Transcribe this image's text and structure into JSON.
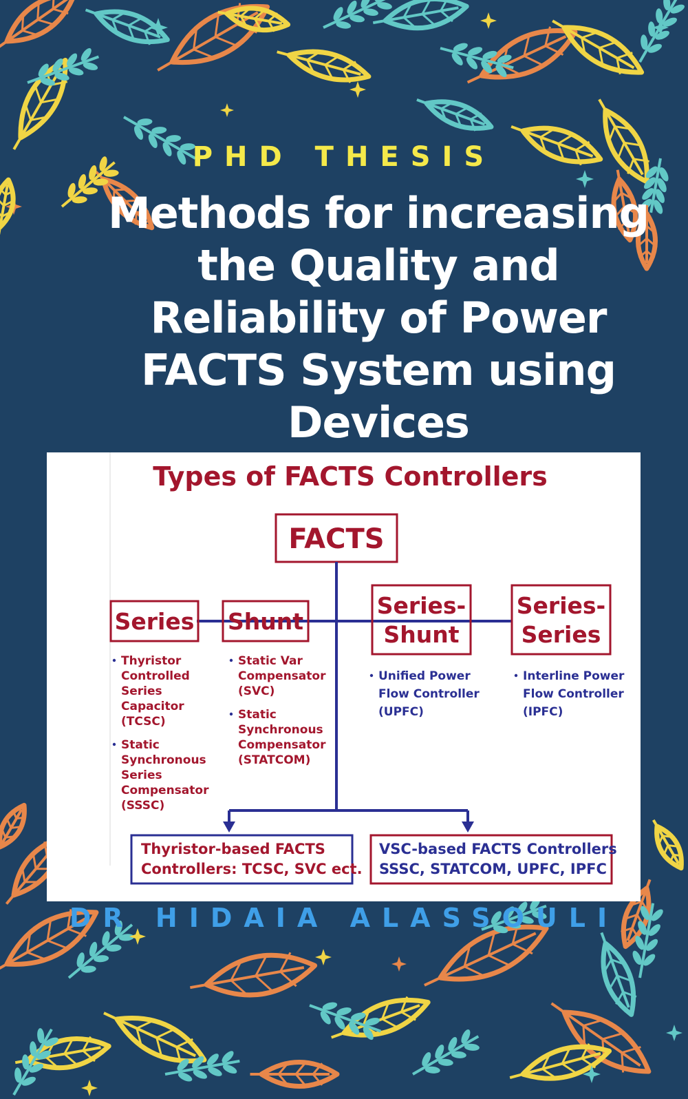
{
  "cover": {
    "kicker": "PHD THESIS",
    "title_lines": [
      "Methods for increasing",
      "the Quality and",
      "Reliability of Power",
      "FACTS System using",
      "Devices"
    ],
    "author": "DR HIDAIA ALASSOULI"
  },
  "diagram": {
    "heading": "Types of FACTS Controllers",
    "root": "FACTS",
    "categories": [
      {
        "lines": [
          "Series"
        ],
        "items": [
          [
            "Thyristor",
            "Controlled",
            "Series",
            "Capacitor",
            "(TCSC)"
          ],
          [
            "Static",
            "Synchronous",
            "Series",
            "Compensator",
            "(SSSC)"
          ]
        ]
      },
      {
        "lines": [
          "Shunt"
        ],
        "items": [
          [
            "Static Var",
            "Compensator",
            "(SVC)"
          ],
          [
            "Static",
            "Synchronous",
            "Compensator",
            "(STATCOM)"
          ]
        ]
      },
      {
        "lines": [
          "Series-",
          "Shunt"
        ],
        "items": [
          [
            "Unified Power",
            "Flow Controller",
            "(UPFC)"
          ]
        ]
      },
      {
        "lines": [
          "Series-",
          "Series"
        ],
        "items": [
          [
            "Interline Power",
            "Flow Controller",
            "(IPFC)"
          ]
        ]
      }
    ],
    "outputs": [
      [
        "Thyristor-based FACTS",
        "Controllers: TCSC, SVC ect."
      ],
      [
        "VSC-based FACTS Controllers",
        "SSSC, STATCOM, UPFC, IPFC"
      ]
    ]
  },
  "colors": {
    "background": "#1e4163",
    "kicker": "#f5e94a",
    "author": "#3f9fe8",
    "diagram_red": "#a3162d",
    "diagram_navy": "#2a2f93",
    "leaf_orange": "#e8874a",
    "leaf_yellow": "#f0d545",
    "leaf_teal": "#62c8c6"
  }
}
